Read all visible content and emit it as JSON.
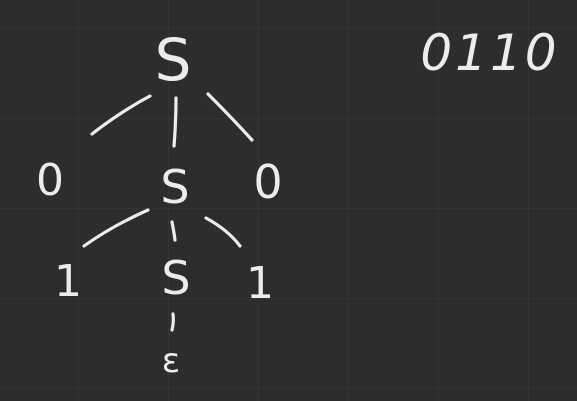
{
  "tree": {
    "root": {
      "label": "S",
      "children": [
        {
          "label": "0"
        },
        {
          "label": "S",
          "children": [
            {
              "label": "1"
            },
            {
              "label": "S",
              "children": [
                {
                  "label": "ε"
                }
              ]
            },
            {
              "label": "1"
            }
          ]
        },
        {
          "label": "0"
        }
      ]
    }
  },
  "derived_string": "0110",
  "colors": {
    "background": "#2d2d2d",
    "ink": "#ececec"
  }
}
